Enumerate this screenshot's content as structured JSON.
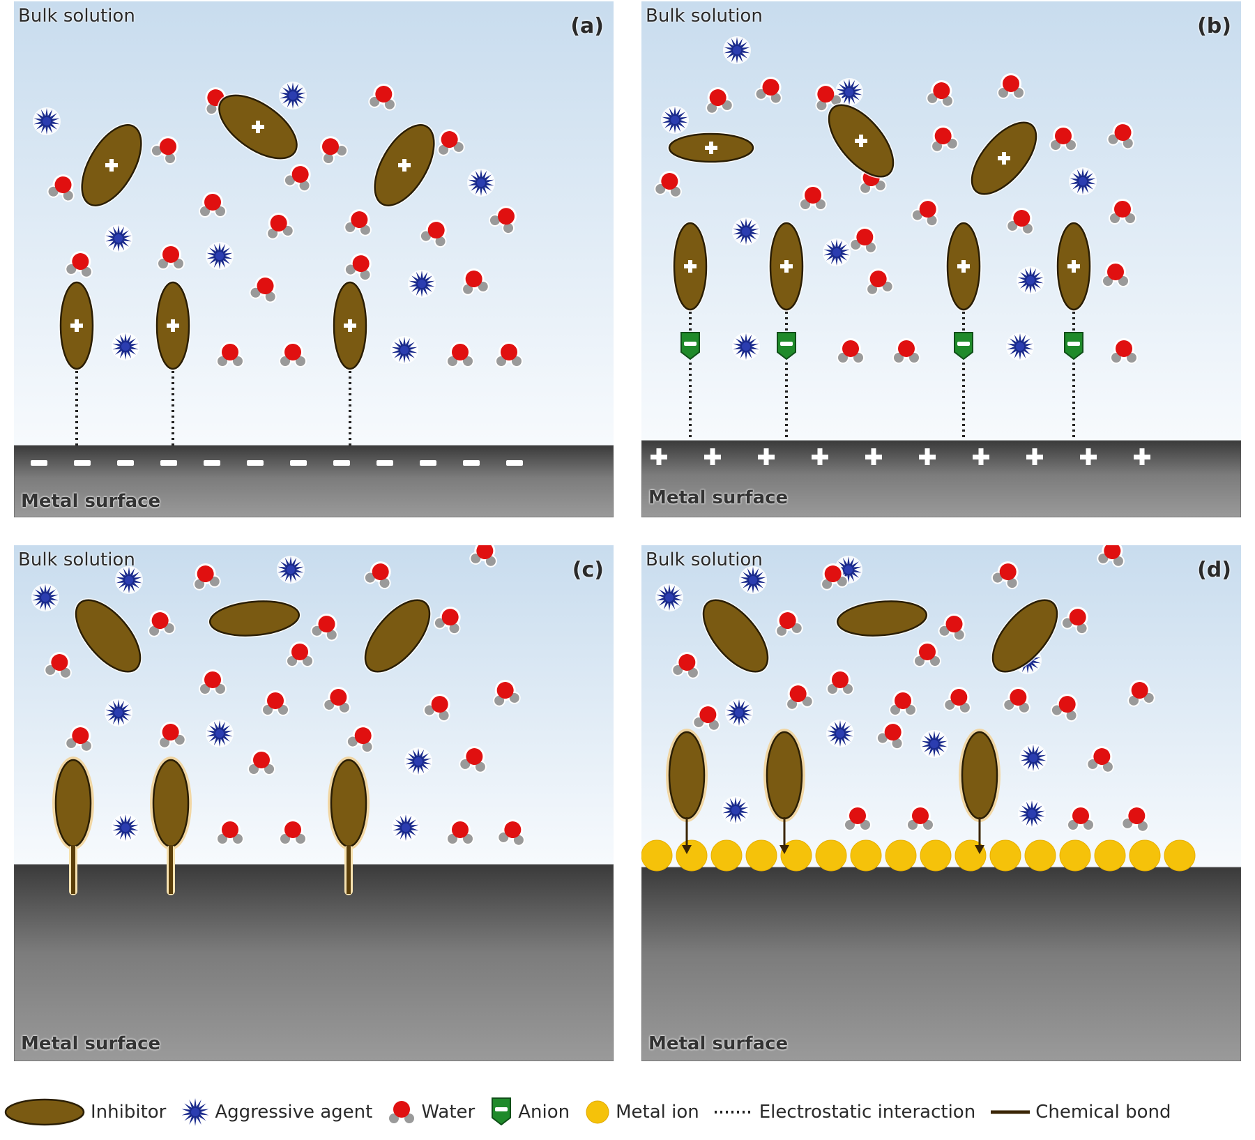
{
  "panels": [
    {
      "bulk_label": "Bulk solution",
      "letter": "(a)",
      "metal_label": "Metal surface"
    },
    {
      "bulk_label": "Bulk solution",
      "letter": "(b)",
      "metal_label": "Metal surface"
    },
    {
      "bulk_label": "Bulk solution",
      "letter": "(c)",
      "metal_label": "Metal surface"
    },
    {
      "bulk_label": "Bulk solution",
      "letter": "(d)",
      "metal_label": "Metal surface"
    }
  ],
  "legend": [
    {
      "label": "Inhibitor",
      "icon": "inhibitor-icon"
    },
    {
      "label": "Aggressive agent",
      "icon": "aggressive-agent-icon"
    },
    {
      "label": "Water",
      "icon": "water-icon"
    },
    {
      "label": "Anion",
      "icon": "anion-icon"
    },
    {
      "label": "Metal ion",
      "icon": "metal-ion-icon"
    },
    {
      "label": "Electrostatic interaction",
      "icon": "electrostatic-interaction-icon"
    },
    {
      "label": "Chemical bond",
      "icon": "chemical-bond-icon"
    }
  ],
  "colors": {
    "inhibitor": "#7a5a12",
    "aggressive_agent": "#1a2a8c",
    "water_oxygen": "#e01010",
    "water_hydrogen": "#9a9a9a",
    "anion": "#1f8a2a",
    "metal_ion": "#f5c20a",
    "metal": "#7a7a7a",
    "bulk_top": "#c8dcee",
    "bulk_bottom": "#f7fafd"
  }
}
